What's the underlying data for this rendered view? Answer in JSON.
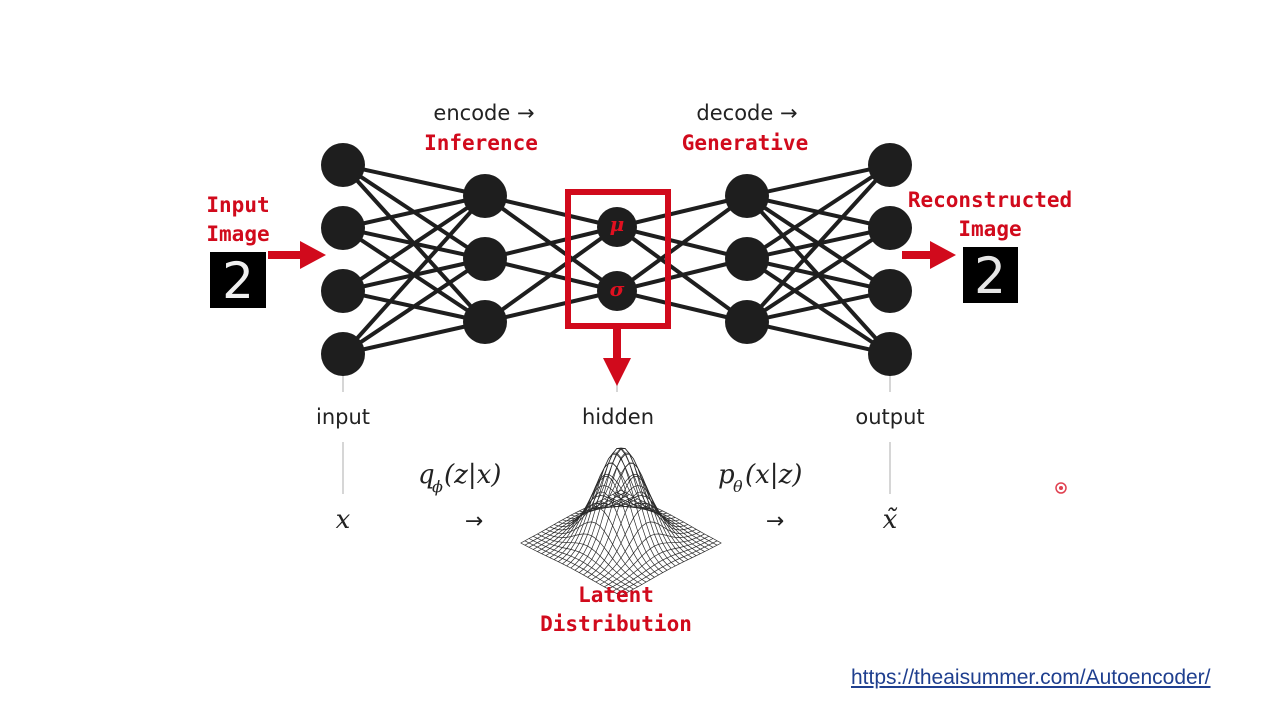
{
  "colors": {
    "accent_red": "#d10a1c",
    "node": "#1e1e1e",
    "edge": "#1e1e1e",
    "link": "#1f3f8f"
  },
  "diagram": {
    "encode_label": "encode →",
    "inference_label": "Inference",
    "decode_label": "decode →",
    "generative_label": "Generative",
    "input_image_line1": "Input",
    "input_image_line2": "Image",
    "reconstructed_line1": "Reconstructed",
    "reconstructed_line2": "Image",
    "mu": "μ",
    "sigma": "σ",
    "layer_input": "input",
    "layer_hidden": "hidden",
    "layer_output": "output",
    "x": "x",
    "x_tilde": "x̃",
    "q_main": "q",
    "q_sub": "ϕ",
    "q_args": "(z|x)",
    "p_main": "p",
    "p_sub": "θ",
    "p_args": "(x|z)",
    "arrow_left": "→",
    "arrow_right": "→",
    "latent_line1": "Latent",
    "latent_line2": "Distribution",
    "input_digit": "2",
    "output_digit": "2"
  },
  "source_url": "https://theaisummer.com/Autoencoder/"
}
